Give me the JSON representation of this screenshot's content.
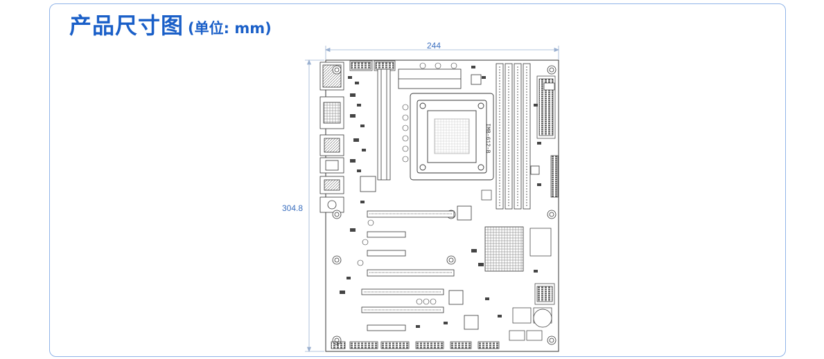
{
  "header": {
    "title": "产品尺寸图",
    "unit": "(单位: mm)"
  },
  "dimensions": {
    "width": "244",
    "height": "304.8"
  },
  "board": {
    "silkscreen": "IMB-612-B"
  },
  "colors": {
    "accent": "#1a5fc8",
    "border": "#8fb3e8",
    "dimension": "#3b6fbf",
    "lines": "#333333"
  }
}
